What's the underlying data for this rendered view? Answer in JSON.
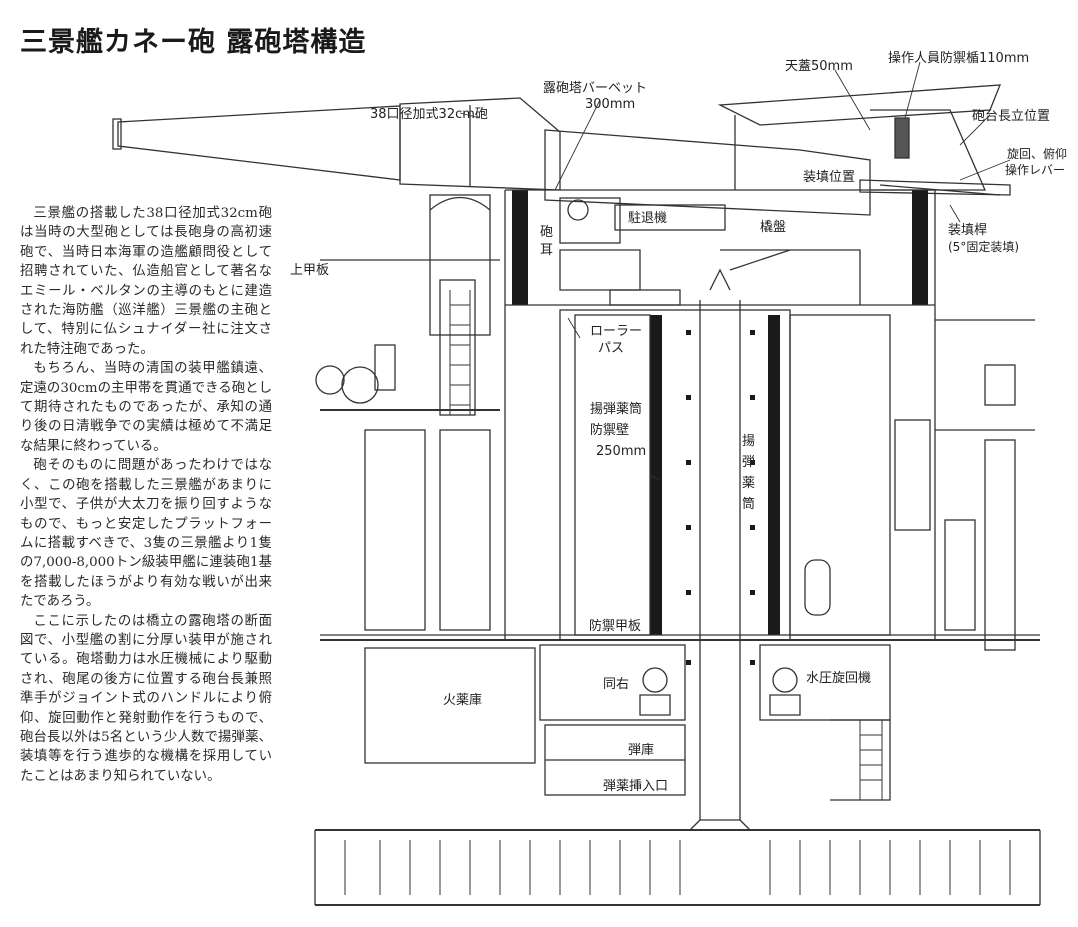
{
  "title": "三景艦カネー砲 露砲塔構造",
  "paragraphs": [
    "三景艦の搭載した38口径加式32cm砲は当時の大型砲としては長砲身の高初速砲で、当時日本海軍の造艦顧問役として招聘されていた、仏造船官として著名なエミール・ベルタンの主導のもとに建造された海防艦（巡洋艦）三景艦の主砲として、特別に仏シュナイダー社に注文された特注砲であった。",
    "もちろん、当時の清国の装甲艦鎮遠、定遠の30cmの主甲帯を貫通できる砲として期待されたものであったが、承知の通り後の日清戦争での実績は極めて不満足な結果に終わっている。",
    "砲そのものに問題があったわけではなく、この砲を搭載した三景艦があまりに小型で、子供が大太刀を振り回すようなもので、もっと安定したプラットフォームに搭載すべきで、3隻の三景艦より1隻の7,000-8,000トン級装甲艦に連装砲1基を搭載したほうがより有効な戦いが出来たであろう。",
    "ここに示したのは橋立の露砲塔の断面図で、小型艦の割に分厚い装甲が施されている。砲塔動力は水圧機械により駆動され、砲尾の後方に位置する砲台長兼照準手がジョイント式のハンドルにより俯仰、旋回動作と発射動作を行うもので、砲台長以外は5名という少人数で揚弾薬、装填等を行う進歩的な機構を採用していたことはあまり知られていない。"
  ],
  "labels": {
    "tengai": "天蓋50mm",
    "operator_shield": "操作人員防禦楯110mm",
    "commander_pos": "砲台長立位置",
    "traverse_lever": "旋回、俯仰",
    "traverse_lever2": "操作レバー",
    "barbette": "露砲塔バーベット",
    "barbette_mm": "300mm",
    "gun": "38口径加式32cm砲",
    "loading_pos": "装填位置",
    "rammer": "装填桿",
    "rammer_note": "(5°固定装填)",
    "recoil": "駐退機",
    "cradle": "橇盤",
    "trunnion1": "砲",
    "trunnion2": "耳",
    "upper_deck": "上甲板",
    "roller1": "ローラー",
    "roller2": "パス",
    "hoist_wall1": "揚弾薬筒",
    "hoist_wall2": "防禦壁",
    "hoist_wall_mm": "250mm",
    "hoist1": "揚",
    "hoist2": "弾",
    "hoist3": "薬",
    "hoist4": "筒",
    "protective_deck": "防禦甲板",
    "magazine": "火薬庫",
    "same_right": "同右",
    "hydraulic": "水圧旋回機",
    "shell_room": "弾庫",
    "shell_entry": "弾薬挿入口"
  }
}
